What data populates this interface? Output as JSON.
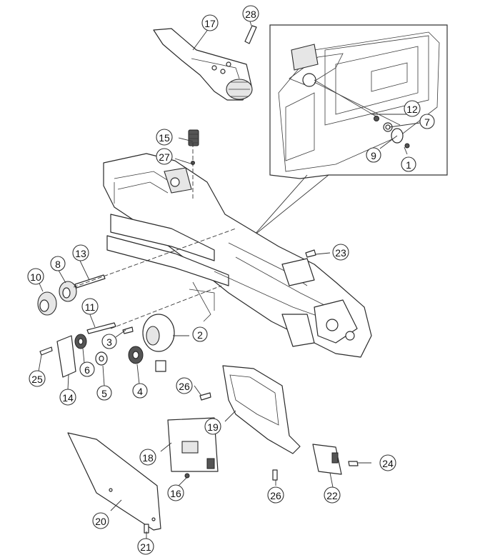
{
  "callouts": [
    {
      "id": "c1",
      "label": "1"
    },
    {
      "id": "c2",
      "label": "2"
    },
    {
      "id": "c3",
      "label": "3"
    },
    {
      "id": "c4",
      "label": "4"
    },
    {
      "id": "c5",
      "label": "5"
    },
    {
      "id": "c6",
      "label": "6"
    },
    {
      "id": "c7",
      "label": "7"
    },
    {
      "id": "c8",
      "label": "8"
    },
    {
      "id": "c9",
      "label": "9"
    },
    {
      "id": "c10",
      "label": "10"
    },
    {
      "id": "c11",
      "label": "11"
    },
    {
      "id": "c12",
      "label": "12"
    },
    {
      "id": "c13",
      "label": "13"
    },
    {
      "id": "c14",
      "label": "14"
    },
    {
      "id": "c15",
      "label": "15"
    },
    {
      "id": "c16",
      "label": "16"
    },
    {
      "id": "c17",
      "label": "17"
    },
    {
      "id": "c18",
      "label": "18"
    },
    {
      "id": "c19",
      "label": "19"
    },
    {
      "id": "c20",
      "label": "20"
    },
    {
      "id": "c21",
      "label": "21"
    },
    {
      "id": "c22",
      "label": "22"
    },
    {
      "id": "c23",
      "label": "23"
    },
    {
      "id": "c24",
      "label": "24"
    },
    {
      "id": "c25",
      "label": "25"
    },
    {
      "id": "c26a",
      "label": "26"
    },
    {
      "id": "c26b",
      "label": "26"
    },
    {
      "id": "c27",
      "label": "27"
    },
    {
      "id": "c28",
      "label": "28"
    }
  ]
}
